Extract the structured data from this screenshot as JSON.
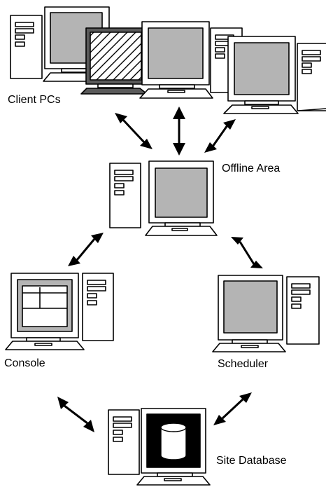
{
  "labels": {
    "client_pcs": "Client PCs",
    "offline_area": "Offline Area",
    "console": "Console",
    "scheduler": "Scheduler",
    "site_database": "Site Database"
  },
  "colors": {
    "screen_gray": "#b4b4b4",
    "line": "#000000",
    "background": "#ffffff"
  }
}
